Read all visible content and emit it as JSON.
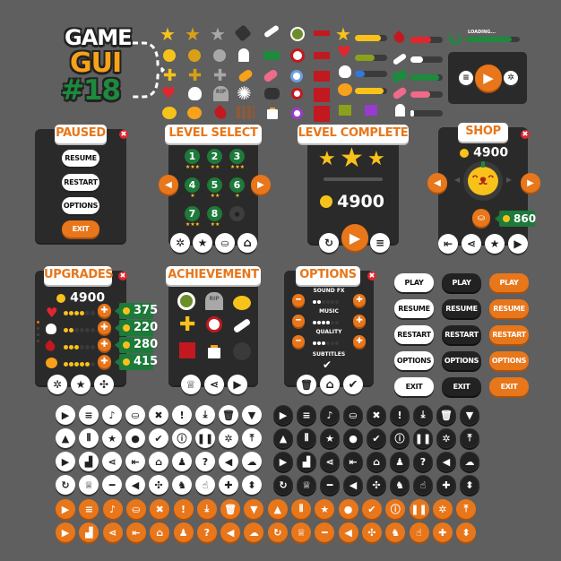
{
  "logo": {
    "line1": "GAME",
    "line2": "GUI",
    "line3": "#18",
    "colors": {
      "line1": "#ffffff",
      "line2": "#f7a21a",
      "line3": "#1d8a3e"
    }
  },
  "colors": {
    "background": "#5f5f5f",
    "panel": "#2b2a2a",
    "accent_orange": "#e8761a",
    "green": "#1d7a3a",
    "gold": "#f7c21a",
    "red": "#e2262e"
  },
  "loading": {
    "label": "LOADING...",
    "progress_pct": 85
  },
  "resource_bars": [
    {
      "icon": "star-icon",
      "color": "#f7c21a",
      "pct": 80
    },
    {
      "icon": "heart-icon",
      "color": "#8aa21a",
      "pct": 60
    },
    {
      "icon": "skull-icon",
      "color": "#2f7ae0",
      "pct": 30
    },
    {
      "icon": "pumpkin-icon",
      "color": "#f7c21a",
      "pct": 88
    },
    {
      "icon": "blood-drop-icon",
      "color": "#e2262e",
      "pct": 65
    },
    {
      "icon": "bone-icon",
      "color": "#ffffff",
      "pct": 40
    },
    {
      "icon": "money-icon",
      "color": "#1d8a3e",
      "pct": 90
    },
    {
      "icon": "candy-icon",
      "color": "#f06a8a",
      "pct": 62
    },
    {
      "icon": "ghost-icon",
      "color": "#ffffff",
      "pct": 12
    }
  ],
  "paused": {
    "title": "PAUSED",
    "buttons": [
      "RESUME",
      "RESTART",
      "OPTIONS",
      "EXIT"
    ]
  },
  "level_select": {
    "title": "LEVEL SELECT",
    "levels": [
      {
        "n": "1",
        "stars": 3
      },
      {
        "n": "2",
        "stars": 2
      },
      {
        "n": "3",
        "stars": 3
      },
      {
        "n": "4",
        "stars": 1
      },
      {
        "n": "5",
        "stars": 2
      },
      {
        "n": "6",
        "stars": 1
      },
      {
        "n": "7",
        "stars": 3
      },
      {
        "n": "8",
        "stars": 2
      },
      {
        "n": "",
        "stars": 0,
        "locked": true
      }
    ],
    "bottom_icons": [
      "gear-icon",
      "star-icon",
      "basket-icon",
      "home-icon"
    ]
  },
  "level_complete": {
    "title": "LEVEL COMPLETE",
    "stars": 3,
    "coins": "4900",
    "bottom_icons": [
      "replay-icon",
      "play-icon",
      "menu-icon"
    ]
  },
  "shop": {
    "title": "SHOP",
    "coins": "4900",
    "price": "860",
    "bottom_icons": [
      "exit-icon",
      "share-icon",
      "star-icon",
      "play-icon"
    ]
  },
  "upgrades": {
    "title": "UPGRADES",
    "coins": "4900",
    "items": [
      {
        "icon": "heart-icon",
        "level": 4,
        "max": 6,
        "price": "375"
      },
      {
        "icon": "skull-icon",
        "level": 2,
        "max": 6,
        "price": "220"
      },
      {
        "icon": "blood-drop-icon",
        "level": 3,
        "max": 6,
        "price": "280"
      },
      {
        "icon": "pumpkin-icon",
        "level": 5,
        "max": 6,
        "price": "415"
      }
    ],
    "bottom_icons": [
      "gear-icon",
      "star-icon",
      "gamepad-icon"
    ]
  },
  "achievement": {
    "title": "ACHIEVEMENT",
    "items": [
      "eyeball-icon",
      "tombstone-icon",
      "pumpkin-icon",
      "cross-icon",
      "bloody-eye-icon",
      "bone-icon",
      "blood-drip-icon",
      "candle-icon",
      "locked-slot"
    ],
    "tomb_text": "RIP",
    "bottom_icons": [
      "trophy-icon",
      "share-icon",
      "play-icon"
    ]
  },
  "options": {
    "title": "OPTIONS",
    "settings": [
      {
        "label": "SOUND FX",
        "value": 2,
        "max": 6
      },
      {
        "label": "MUSIC",
        "value": 4,
        "max": 6
      },
      {
        "label": "QUALITY",
        "value": 3,
        "max": 6
      }
    ],
    "subtitles_label": "SUBTITLES",
    "subtitles_on": true,
    "bottom_icons": [
      "trash-icon",
      "home-icon",
      "check-icon"
    ]
  },
  "button_sets": {
    "labels": [
      "PLAY",
      "RESUME",
      "RESTART",
      "OPTIONS",
      "EXIT"
    ],
    "styles": [
      "white",
      "black",
      "orange"
    ]
  },
  "icon_grid": {
    "rows": [
      [
        "play",
        "menu",
        "music",
        "basket",
        "close",
        "alert",
        "download",
        "trash",
        "arrow-down"
      ],
      [
        "arrow-up",
        "columns",
        "star",
        "bulb",
        "check",
        "info",
        "pause",
        "gear",
        "upload"
      ],
      [
        "play",
        "podium",
        "share",
        "exit",
        "home",
        "user",
        "help",
        "sound",
        "cloud"
      ],
      [
        "replay",
        "trophy",
        "minus",
        "back",
        "gamepad",
        "group",
        "like",
        "plus",
        "up-down"
      ]
    ],
    "glyphs": {
      "play": "▶",
      "menu": "≡",
      "music": "♪",
      "basket": "⛀",
      "close": "✖",
      "alert": "!",
      "download": "⤓",
      "trash": "🗑",
      "arrow-down": "▼",
      "arrow-up": "▲",
      "columns": "⦀",
      "star": "★",
      "bulb": "●",
      "check": "✔",
      "info": "ⓘ",
      "pause": "❚❚",
      "gear": "✲",
      "upload": "⤒",
      "podium": "▟",
      "share": "⋖",
      "exit": "⇤",
      "home": "⌂",
      "user": "♟",
      "help": "?",
      "sound": "◀",
      "cloud": "☁",
      "replay": "↻",
      "trophy": "♕",
      "minus": "━",
      "back": "◀",
      "gamepad": "✣",
      "group": "♞",
      "like": "☝",
      "plus": "✚",
      "up-down": "⬍"
    }
  }
}
